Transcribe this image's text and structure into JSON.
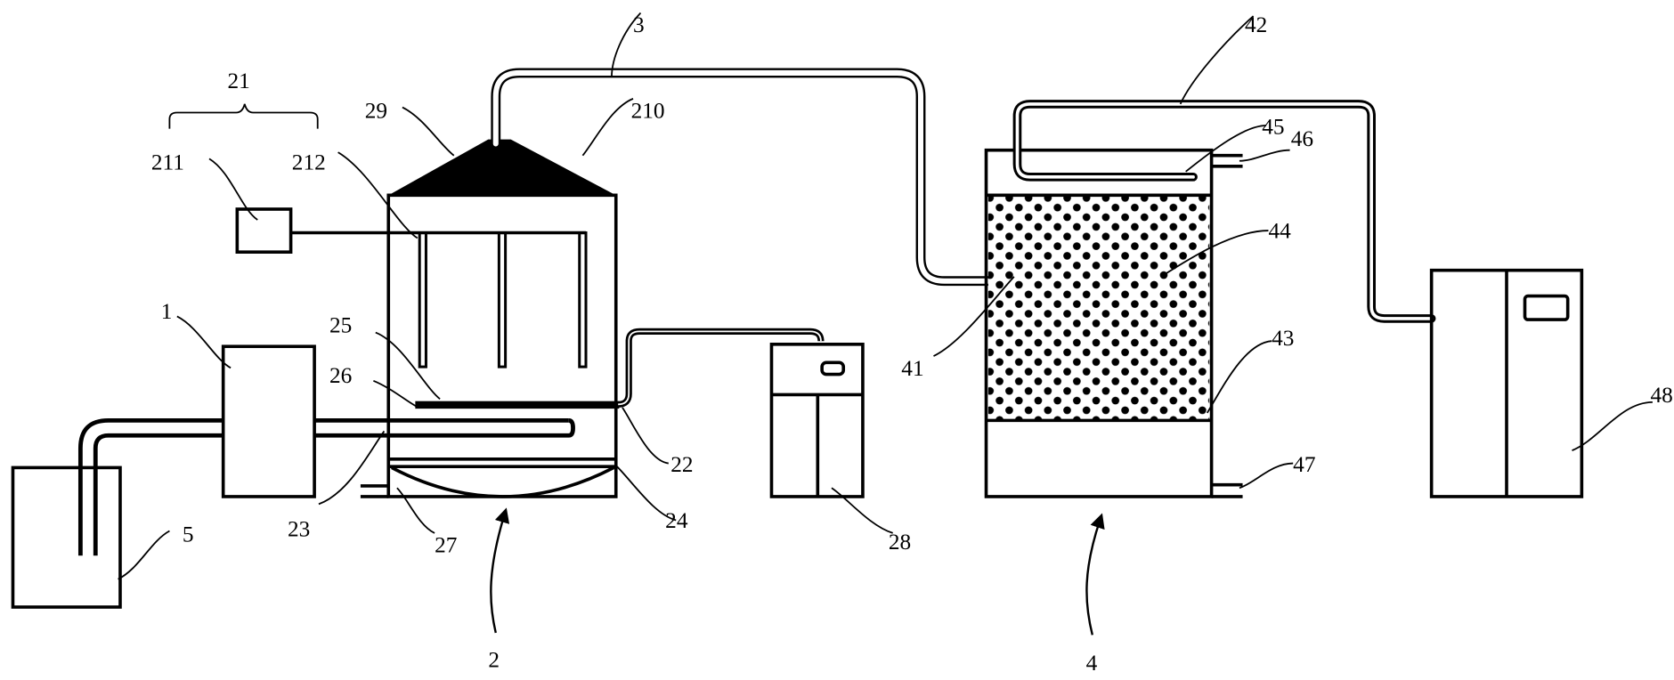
{
  "figure": {
    "type": "schematic",
    "description": "Process apparatus schematic with reference numerals"
  },
  "labels": {
    "l1": "1",
    "l2": "2",
    "l3": "3",
    "l4": "4",
    "l5": "5",
    "l21": "21",
    "l22": "22",
    "l23": "23",
    "l24": "24",
    "l25": "25",
    "l26": "26",
    "l27": "27",
    "l28": "28",
    "l29": "29",
    "l210": "210",
    "l211": "211",
    "l212": "212",
    "l41": "41",
    "l42": "42",
    "l43": "43",
    "l44": "44",
    "l45": "45",
    "l46": "46",
    "l47": "47",
    "l48": "48"
  }
}
